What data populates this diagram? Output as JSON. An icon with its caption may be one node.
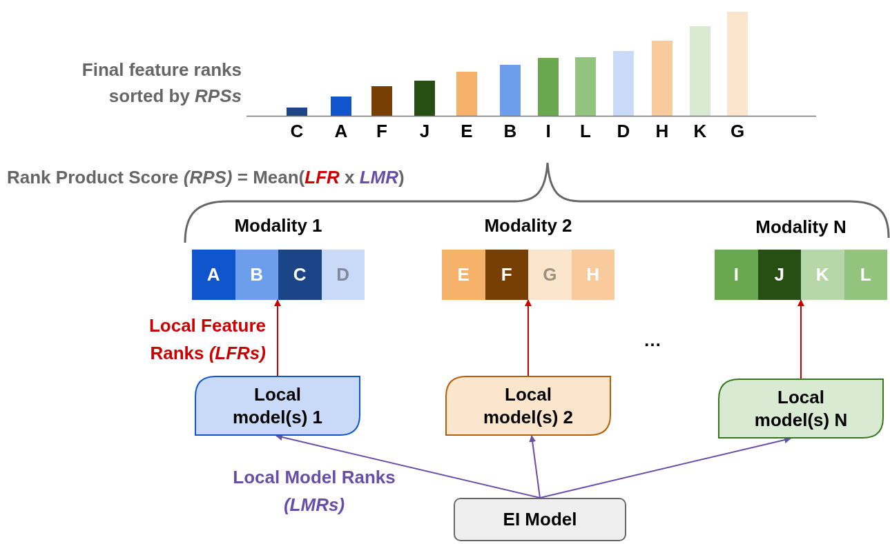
{
  "diagram": {
    "nodes": [
      {
        "text": [
          "Modality 1"
        ]
      },
      {
        "text": [
          "A"
        ],
        "in": 0
      },
      {
        "text": [
          "B"
        ],
        "in": 0
      },
      {
        "text": [
          "C"
        ],
        "in": 0
      },
      {
        "text": [
          "D"
        ],
        "in": 0
      },
      {
        "text": [
          "Modality 2"
        ]
      },
      {
        "text": [
          "E"
        ],
        "in": 5
      },
      {
        "text": [
          "F"
        ],
        "in": 5
      },
      {
        "text": [
          "G"
        ],
        "in": 5
      },
      {
        "text": [
          "H"
        ],
        "in": 5
      },
      {
        "text": [
          "Modality N"
        ]
      },
      {
        "text": [
          "I"
        ],
        "in": 10
      },
      {
        "text": [
          "J"
        ],
        "in": 10
      },
      {
        "text": [
          "K"
        ],
        "in": 10
      },
      {
        "text": [
          "L"
        ],
        "in": 10
      },
      {
        "text": [
          "Local model(s) 1"
        ]
      },
      {
        "text": [
          "Local model(s) 2"
        ]
      },
      {
        "text": [
          "Local model(s) N"
        ]
      },
      {
        "text": [
          "EI Model"
        ]
      }
    ],
    "edges": [
      {
        "from": 15,
        "to": 0,
        "arrow": "to",
        "color": "#cc0000",
        "label": "Local Feature Ranks *(LFRs)*"
      },
      {
        "from": 16,
        "to": 5,
        "arrow": "to",
        "color": "#cc0000"
      },
      {
        "from": 17,
        "to": 10,
        "arrow": "to",
        "color": "#cc0000"
      },
      {
        "from": 18,
        "to": 15,
        "arrow": "to",
        "color": "#674ea7",
        "label": "Local Model Ranks *(LMRs)*"
      },
      {
        "from": 18,
        "to": 16,
        "arrow": "to",
        "color": "#674ea7"
      },
      {
        "from": 18,
        "to": 17,
        "arrow": "to",
        "color": "#674ea7"
      }
    ],
    "labels": [
      "Final feature ranks sorted by *RPSs*",
      "C",
      "A",
      "F",
      "J",
      "E",
      "B",
      "I",
      "L",
      "D",
      "H",
      "K",
      "G",
      "Rank Product Score *(RPS)* = Mean(*LFR* x *LMR*)",
      "…"
    ]
  }
}
